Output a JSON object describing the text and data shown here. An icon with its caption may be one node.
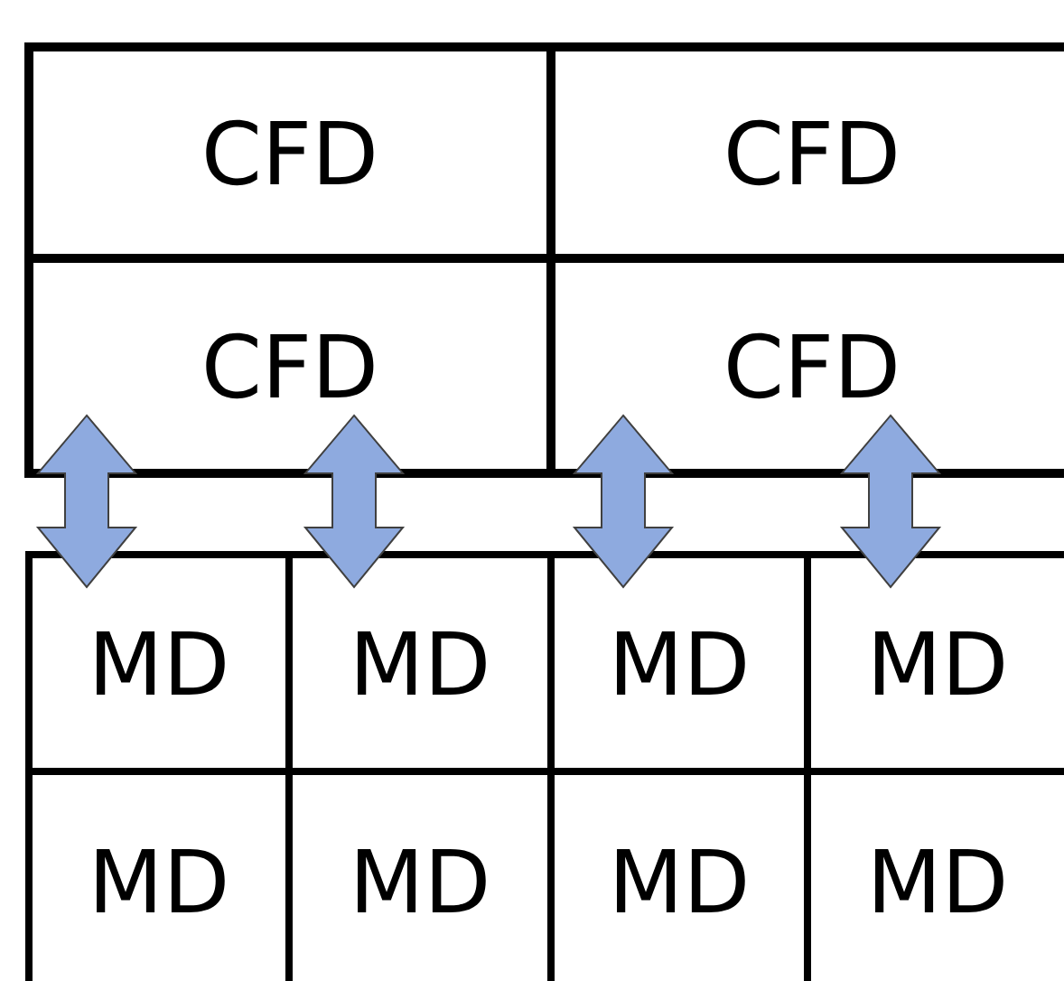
{
  "diagram": {
    "nodes": [
      {
        "text": [
          "CFD"
        ]
      },
      {
        "text": [
          "CFD"
        ]
      },
      {
        "text": [
          "CFD"
        ]
      },
      {
        "text": [
          "CFD"
        ]
      },
      {
        "text": [
          "MD"
        ]
      },
      {
        "text": [
          "MD"
        ]
      },
      {
        "text": [
          "MD"
        ]
      },
      {
        "text": [
          "MD"
        ]
      },
      {
        "text": [
          "MD"
        ]
      },
      {
        "text": [
          "MD"
        ]
      },
      {
        "text": [
          "MD"
        ]
      },
      {
        "text": [
          "MD"
        ]
      }
    ],
    "edges": [
      {
        "from": 2,
        "to": 4,
        "arrow": "both",
        "color": "#8eaadf"
      },
      {
        "from": 2,
        "to": 5,
        "arrow": "both",
        "color": "#8eaadf"
      },
      {
        "from": 3,
        "to": 6,
        "arrow": "both",
        "color": "#8eaadf"
      },
      {
        "from": 3,
        "to": 7,
        "arrow": "both",
        "color": "#8eaadf"
      }
    ]
  }
}
